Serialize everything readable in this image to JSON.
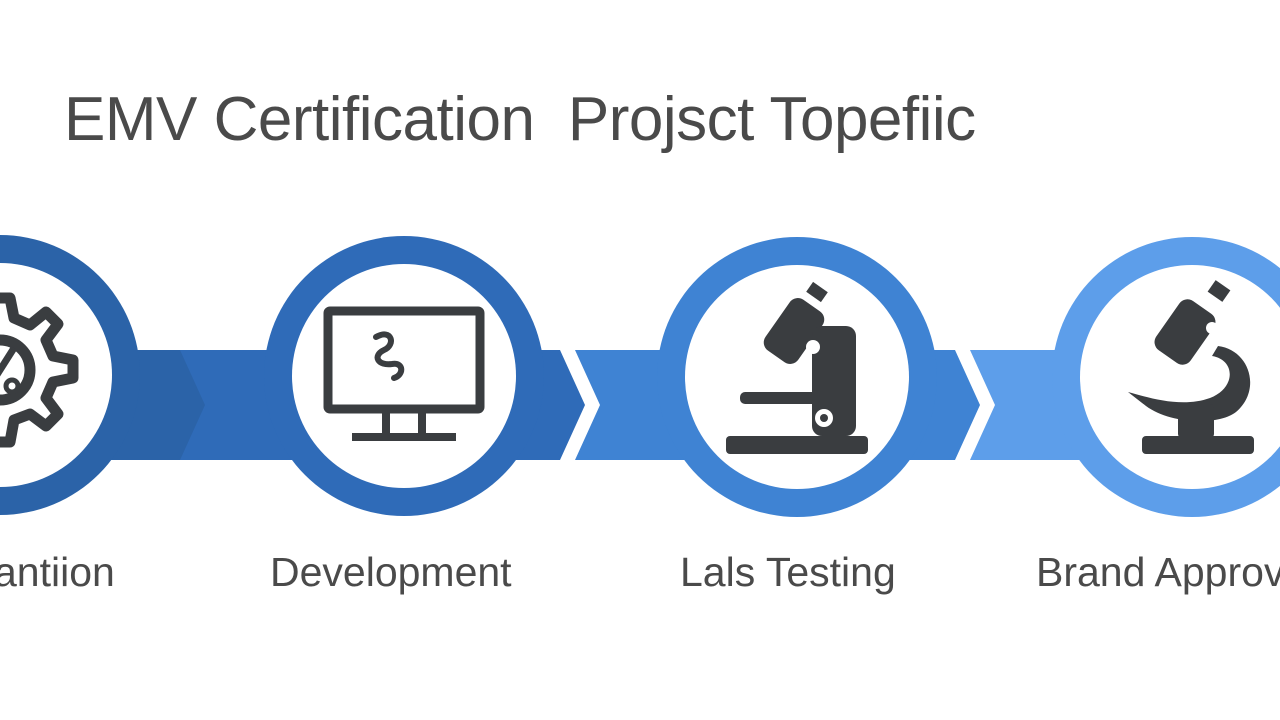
{
  "title": "EMV Certification  Projsct Topefiic",
  "colors": {
    "text": "#4a4a4a",
    "icon": "#3a3d40",
    "step_1": "#2b63a8",
    "step_2": "#2f6bb8",
    "step_3": "#3f83d3",
    "step_4": "#5d9eea"
  },
  "steps": [
    {
      "label": "antiion",
      "icon": "gear-percent-icon"
    },
    {
      "label": "Development",
      "icon": "monitor-icon"
    },
    {
      "label": "Lals Testing",
      "icon": "microscope-icon"
    },
    {
      "label": "Brand Approv",
      "icon": "microscope-icon"
    }
  ]
}
